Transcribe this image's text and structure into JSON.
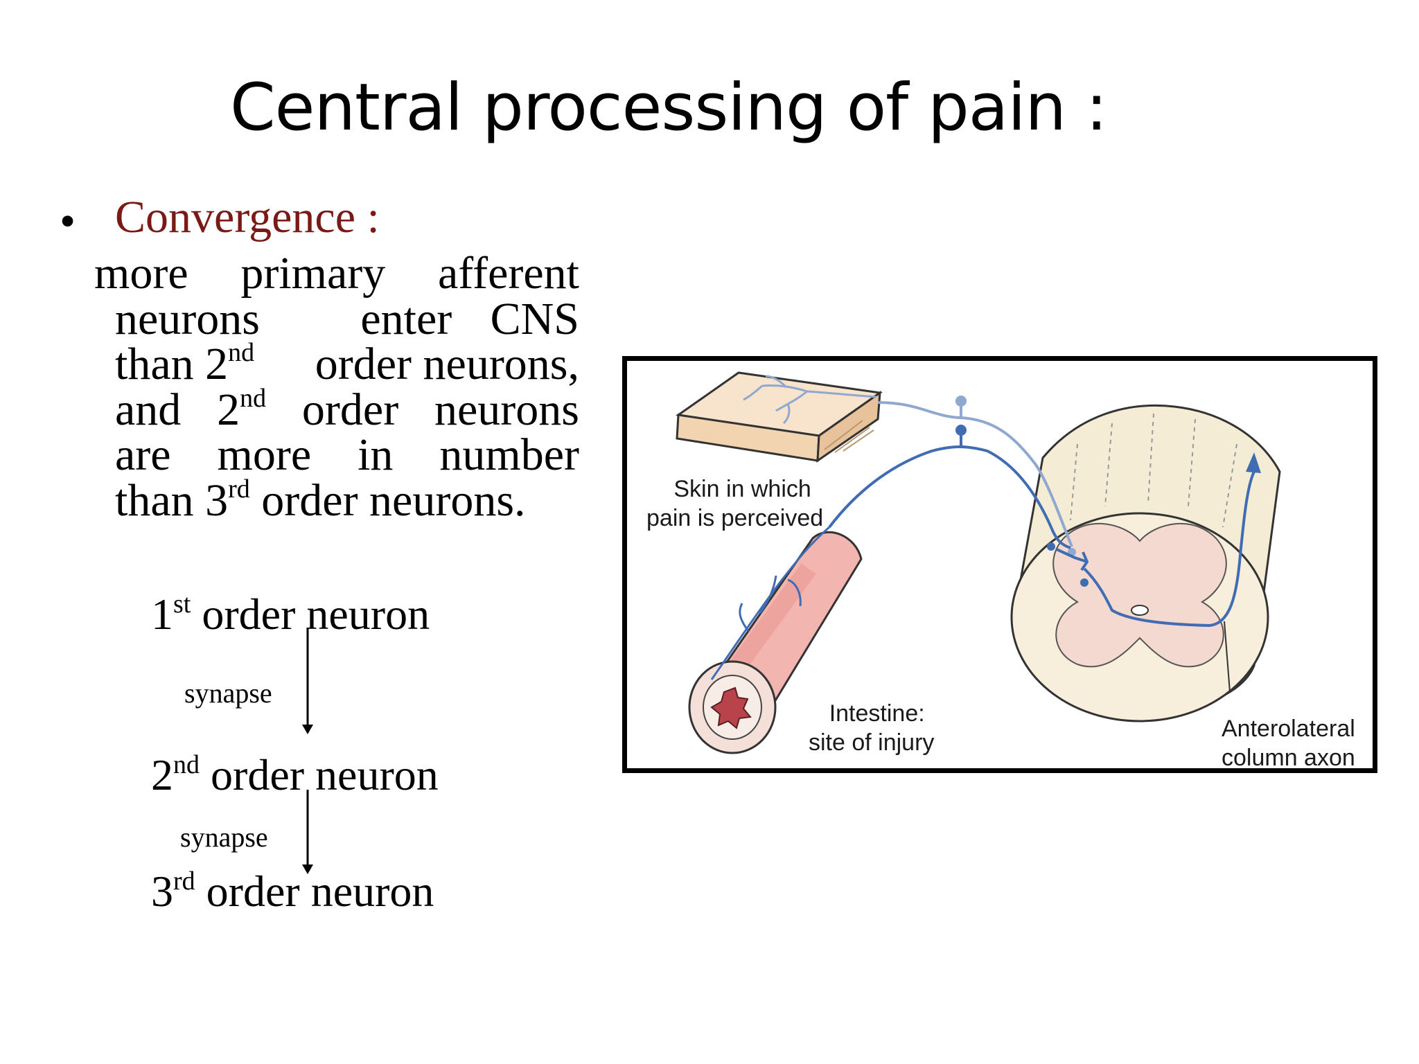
{
  "slide": {
    "title": "Central processing of pain :",
    "bullet_symbol": "•",
    "convergence_heading": "Convergence  :",
    "body": {
      "line1": [
        "more",
        "primary",
        "afferent"
      ],
      "line2": [
        "neurons",
        "enter",
        "CNS"
      ],
      "line3_prefix": "than 2",
      "line3_sup": "nd",
      "line3_suffix": "order neurons,",
      "line4_prefix": "and",
      "line4_num": "2",
      "line4_sup": "nd",
      "line4_mid": "order",
      "line4_suffix": "neurons",
      "line5": [
        "are",
        "more",
        "in",
        "number"
      ],
      "line6_prefix": "than 3",
      "line6_sup": "rd",
      "line6_suffix": " order neurons."
    },
    "flow": {
      "first": {
        "num": "1",
        "sup": "st",
        "text": " order neuron"
      },
      "synapse1": "synapse",
      "second": {
        "num": "2",
        "sup": "nd",
        "text": " order neuron"
      },
      "synapse2": "synapse",
      "third": {
        "num": "3",
        "sup": "rd",
        "text": " order neuron"
      }
    }
  },
  "figure": {
    "label_skin_line1": "Skin in which",
    "label_skin_line2": "pain is perceived",
    "label_intestine_line1": "Intestine:",
    "label_intestine_line2": "site of injury",
    "label_axon_line1": "Anterolateral",
    "label_axon_line2": "column axon",
    "colors": {
      "neuron_dark": "#3f6cb3",
      "neuron_light": "#8fa8d0",
      "cord_white_matter": "#f5ecd6",
      "cord_gray_matter": "#f3d9cf",
      "intestine": "#f2b5b0",
      "skin": "#f6dcc0"
    }
  }
}
